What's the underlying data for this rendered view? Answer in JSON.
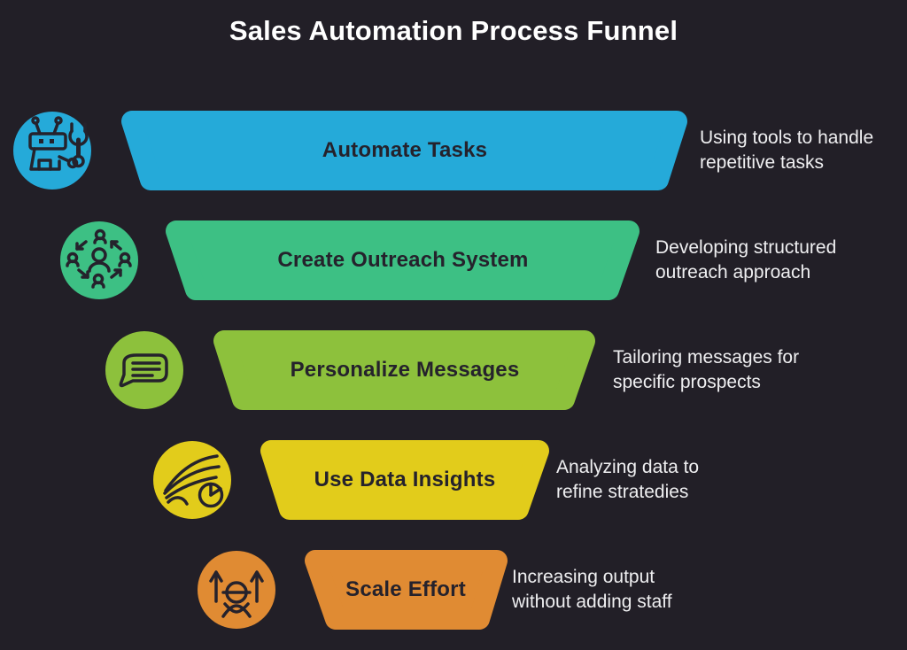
{
  "title": "Sales Automation Process Funnel",
  "colors": {
    "background": "#221F27",
    "title": "#FFFFFF",
    "stage_label": "#25222C",
    "description": "#EFEFF1",
    "icon_stroke": "#25222C"
  },
  "stages": [
    {
      "label": "Automate Tasks",
      "color": "#25AAD9",
      "icon": "robot-wrench-icon",
      "desc_lines": [
        "Using tools to handle",
        "repetitive tasks"
      ]
    },
    {
      "label": "Create Outreach System",
      "color": "#3DC084",
      "icon": "people-network-icon",
      "desc_lines": [
        "Developing structured",
        "outreach approach"
      ]
    },
    {
      "label": "Personalize Messages",
      "color": "#8DC13C",
      "icon": "message-bubble-icon",
      "desc_lines": [
        "Tailoring messages for",
        "specific prospects"
      ]
    },
    {
      "label": "Use Data Insights",
      "color": "#E2CC1B",
      "icon": "data-curves-pie-icon",
      "desc_lines": [
        "Analyzing data to",
        "refine stratedies"
      ]
    },
    {
      "label": "Scale Effort",
      "color": "#E08B33",
      "icon": "person-scale-up-icon",
      "desc_lines": [
        "Increasing output",
        "without adding staff"
      ]
    }
  ]
}
